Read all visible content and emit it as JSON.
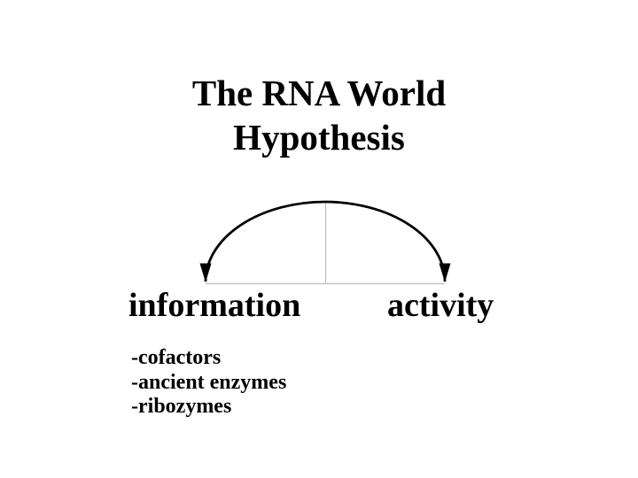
{
  "slide": {
    "background_color": "#ffffff",
    "text_color": "#000000",
    "title": {
      "line1": "The RNA World",
      "line2": "Hypothesis"
    },
    "diagram": {
      "type": "double-headed-arc-arrow",
      "left_label": "information",
      "right_label": "activity",
      "arrow_color": "#000000",
      "guide_line_color": "#bdbdbd"
    },
    "bullets": [
      "-cofactors",
      "-ancient enzymes",
      "-ribozymes"
    ]
  }
}
